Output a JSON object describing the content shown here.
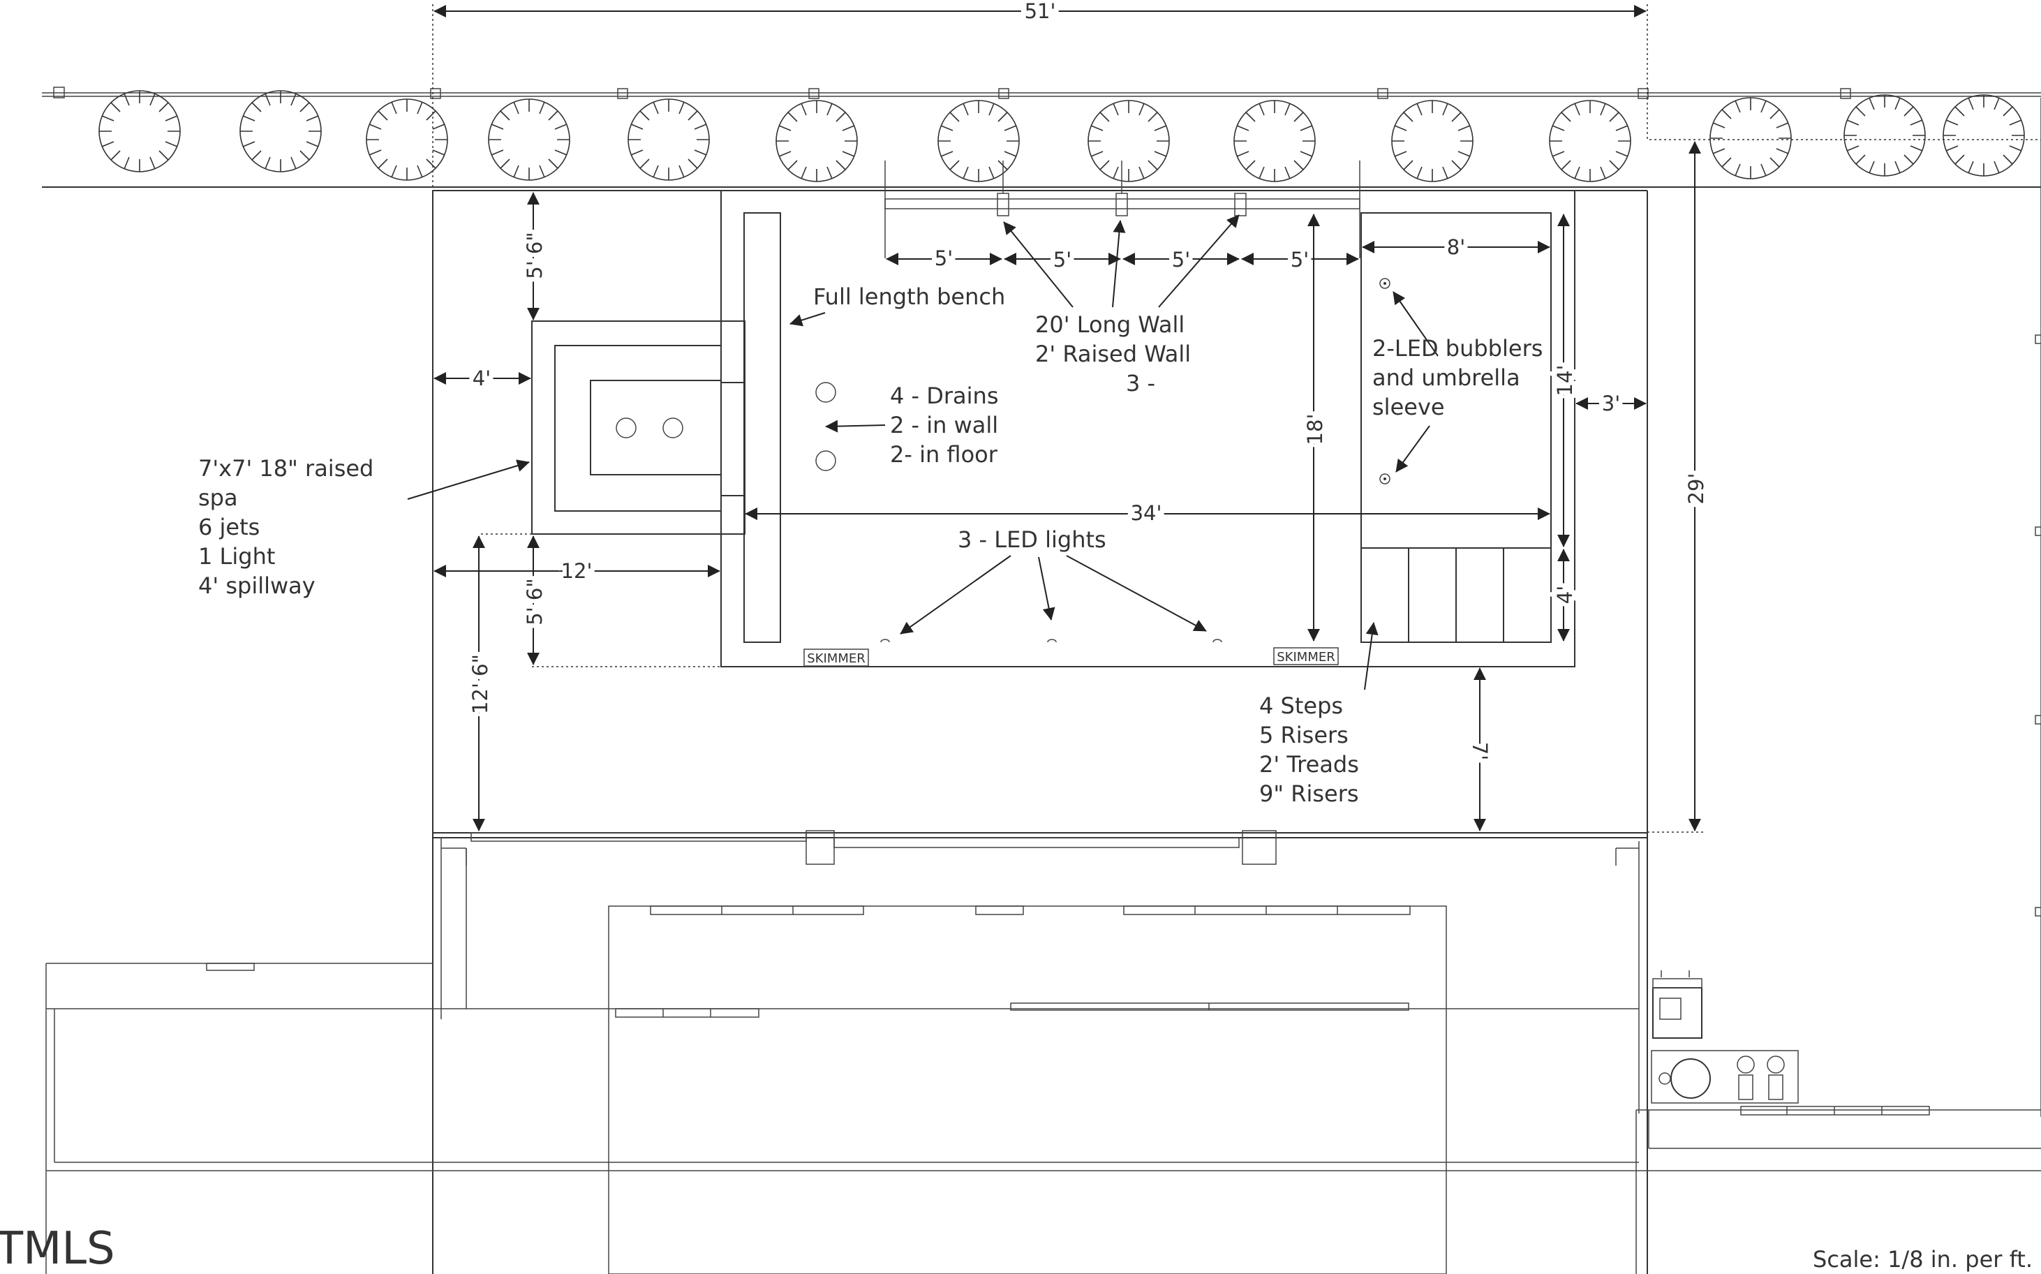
{
  "dimensions": {
    "total_width": "51'",
    "spa_top_offset": "5' 6\"",
    "spa_side_offset": "4'",
    "spa_width": "12'",
    "spa_bottom_offset": "5' 6\"",
    "deck_depth": "12' 6\"",
    "seg_1": "5'",
    "seg_2": "5'",
    "seg_3": "5'",
    "seg_4": "5'",
    "steps_width": "8'",
    "pool_length": "34'",
    "pool_width": "18'",
    "shelf_length": "14'",
    "steps_depth": "4'",
    "side_clearance": "3'",
    "overall_depth": "29'",
    "house_gap": "7'"
  },
  "labels": {
    "bench": "Full length bench",
    "wall": [
      "20' Long Wall",
      "2' Raised Wall",
      "3 -"
    ],
    "drains": [
      "4 - Drains",
      "2 - in wall",
      "2- in floor"
    ],
    "bubblers": [
      "2-LED bubblers",
      "and umbrella",
      "sleeve"
    ],
    "spa": [
      "7'x7' 18\" raised",
      "spa",
      "6 jets",
      "1 Light",
      "4' spillway"
    ],
    "lights": "3 - LED lights",
    "steps": [
      "4 Steps",
      "5 Risers",
      "2' Treads",
      "9\" Risers"
    ],
    "skimmer_left": "SKIMMER",
    "skimmer_right": "SKIMMER"
  },
  "footer": {
    "logo": "TMLS",
    "scale": "Scale: 1/8 in. per ft."
  }
}
